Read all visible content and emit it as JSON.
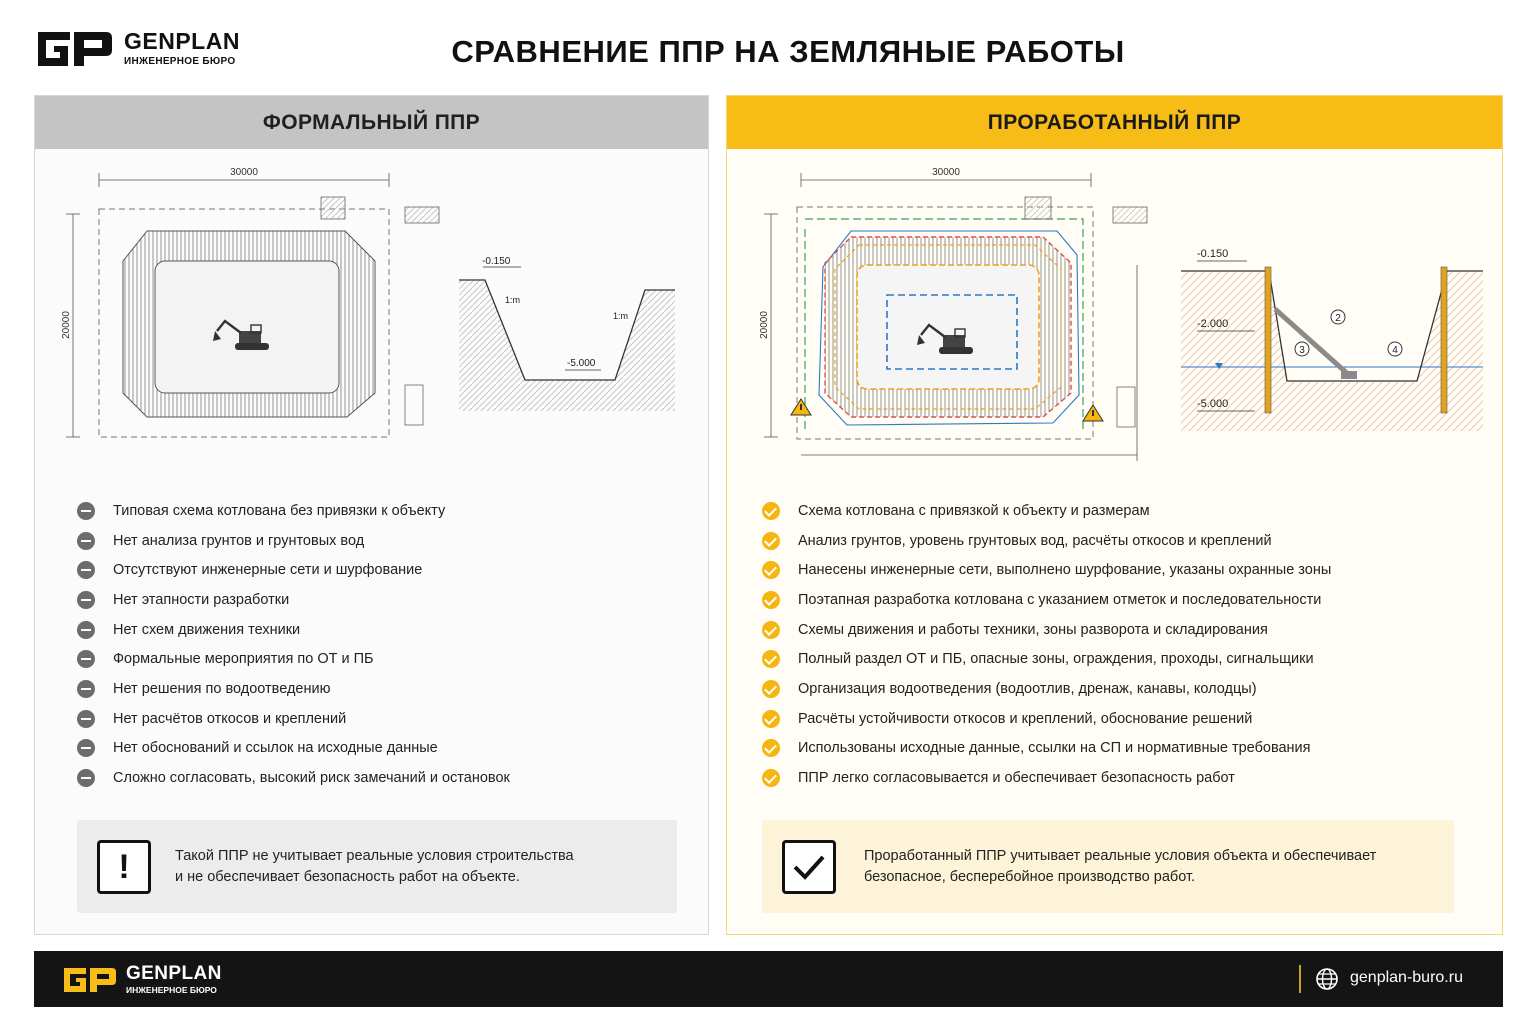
{
  "brand": {
    "name": "GENPLAN",
    "subtitle": "ИНЖЕНЕРНОЕ БЮРО",
    "accent": "#f8bc17"
  },
  "page": {
    "title": "СРАВНЕНИЕ ППР НА ЗЕМЛЯНЫЕ РАБОТЫ"
  },
  "left": {
    "title": "ФОРМАЛЬНЫЙ ППР",
    "drawing": {
      "width_dim": "30000",
      "height_dim": "20000",
      "level_top": "-0.150",
      "level_bottom": "-5.000",
      "slope_left": "1:m",
      "slope_right": "1:m"
    },
    "items": [
      "Типовая схема котлована без привязки к объекту",
      "Нет анализа грунтов и грунтовых вод",
      "Отсутствуют инженерные сети и шурфование",
      "Нет этапности разработки",
      "Нет схем движения техники",
      "Формальные мероприятия по ОТ и ПБ",
      "Нет решения по водоотведению",
      "Нет расчётов откосов и креплений",
      "Нет обоснований и ссылок на исходные данные",
      "Сложно согласовать, высокий риск замечаний и остановок"
    ],
    "note_icon": "!",
    "note": "Такой ППР не учитывает реальные условия строительства и не обеспечивает безопасность работ на объекте."
  },
  "right": {
    "title": "ПРОРАБОТАННЫЙ ППР",
    "drawing": {
      "width_dim": "30000",
      "height_dim": "20000",
      "level_top": "-0.150",
      "level_mid": "-2.000",
      "level_bottom": "-5.000",
      "callouts": [
        "2",
        "3",
        "4"
      ]
    },
    "items": [
      "Схема котлована с привязкой к объекту и размерам",
      "Анализ грунтов, уровень грунтовых вод, расчёты откосов и креплений",
      "Нанесены инженерные сети, выполнено шурфование, указаны охранные зоны",
      "Поэтапная разработка котлована с указанием отметок и последовательности",
      "Схемы движения и работы техники, зоны разворота и складирования",
      "Полный раздел ОТ и ПБ, опасные зоны, ограждения, проходы, сигнальщики",
      "Организация водоотведения (водоотлив, дренаж, канавы, колодцы)",
      "Расчёты устойчивости откосов и креплений, обоснование решений",
      "Использованы исходные данные, ссылки на СП и нормативные требования",
      "ППР легко согласовывается и обеспечивает безопасность работ"
    ],
    "note": "Проработанный ППР учитывает реальные условия объекта и обеспечивает безопасное, бесперебойное производство работ."
  },
  "footer": {
    "brand": "GENPLAN",
    "subtitle": "ИНЖЕНЕРНОЕ БЮРО",
    "website": "genplan-buro.ru",
    "icon": "globe-icon"
  }
}
